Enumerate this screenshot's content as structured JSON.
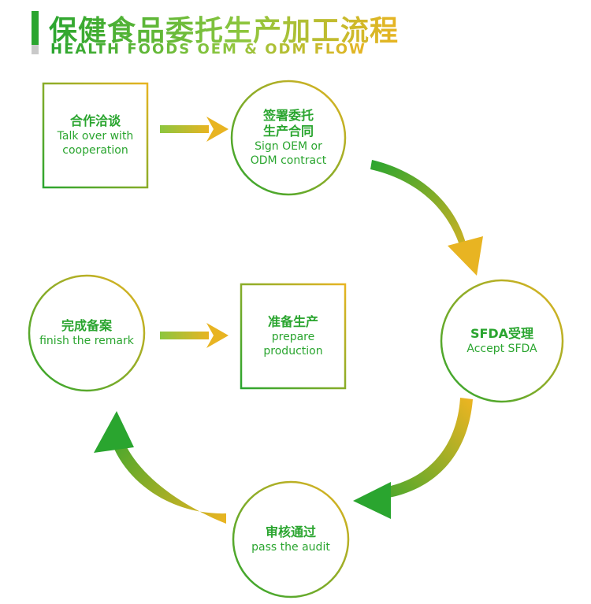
{
  "header": {
    "title_cn": "保健食品委托生产加工流程",
    "title_en": "HEALTH FOODS OEM & ODM FLOW"
  },
  "steps": [
    {
      "cn": "合作洽谈",
      "en": [
        "Talk over with",
        "cooperation"
      ]
    },
    {
      "cn": [
        "签署委托",
        "生产合同"
      ],
      "en": [
        "Sign OEM or",
        "ODM contract"
      ]
    },
    {
      "cn": "SFDA受理",
      "en": [
        "Accept SFDA"
      ]
    },
    {
      "cn": "审核通过",
      "en": [
        "pass the audit"
      ]
    },
    {
      "cn": "完成备案",
      "en": [
        "finish the remark"
      ]
    },
    {
      "cn": "准备生产",
      "en": [
        "prepare",
        "production"
      ]
    }
  ],
  "colors": {
    "green": "#2aa52f",
    "yellow": "#e8b422",
    "gray": "#c9c9c9"
  }
}
